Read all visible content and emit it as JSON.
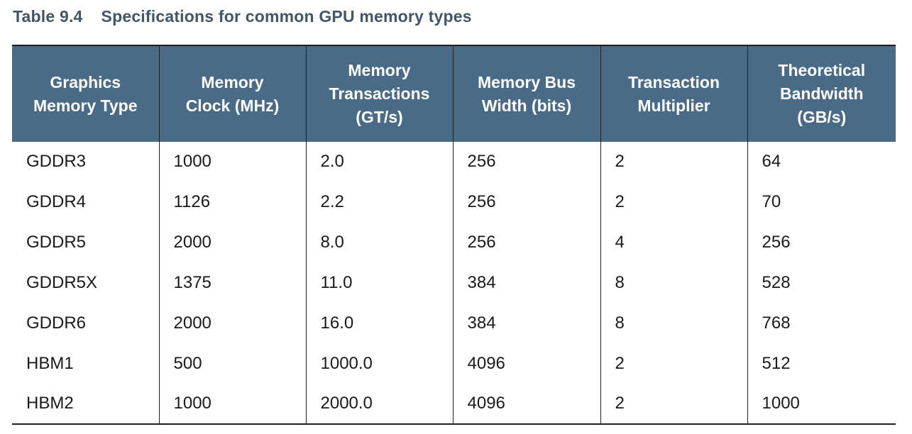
{
  "caption": {
    "number": "Table 9.4",
    "title": "Specifications for common GPU memory types"
  },
  "table": {
    "headers": [
      "Graphics\nMemory Type",
      "Memory\nClock (MHz)",
      "Memory\nTransactions\n(GT/s)",
      "Memory Bus\nWidth (bits)",
      "Transaction\nMultiplier",
      "Theoretical\nBandwidth\n(GB/s)"
    ],
    "rows": [
      [
        "GDDR3",
        "1000",
        "2.0",
        "256",
        "2",
        "64"
      ],
      [
        "GDDR4",
        "1126",
        "2.2",
        "256",
        "2",
        "70"
      ],
      [
        "GDDR5",
        "2000",
        "8.0",
        "256",
        "4",
        "256"
      ],
      [
        "GDDR5X",
        "1375",
        "11.0",
        "384",
        "8",
        "528"
      ],
      [
        "GDDR6",
        "2000",
        "16.0",
        "384",
        "8",
        "768"
      ],
      [
        "HBM1",
        "500",
        "1000.0",
        "4096",
        "2",
        "512"
      ],
      [
        "HBM2",
        "1000",
        "2000.0",
        "4096",
        "2",
        "1000"
      ]
    ]
  }
}
